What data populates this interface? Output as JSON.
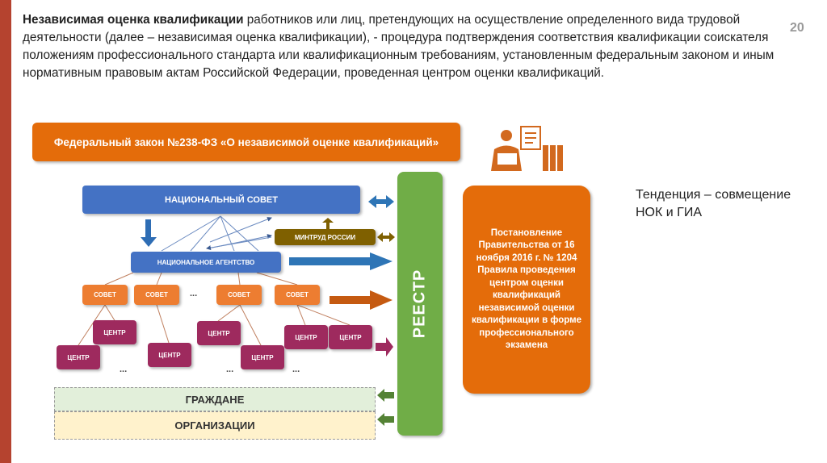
{
  "slide": {
    "page_number": "20",
    "intro_bold": "Независимая оценка квалификации",
    "intro_rest": " работников или лиц, претендующих на осуществление определенного вида трудовой деятельности (далее – независимая оценка квалификации), - процедура подтверждения соответствия квалификации соискателя положениям профессионального стандарта или квалификационным требованиям, установленным федеральным законом и иным нормативным правовым актам Российской Федерации, проведенная центром оценки квалификаций.",
    "trend": "Тенденция – совмещение НОК и ГИА"
  },
  "diagram": {
    "law": "Федеральный закон  №238-ФЗ «О независимой оценке квалификаций»",
    "national_council": "НАЦИОНАЛЬНЫЙ СОВЕТ",
    "mintrud": "МИНТРУД РОССИИ",
    "national_agency": "НАЦИОНАЛЬНОЕ АГЕНТСТВО",
    "councils": [
      "СОВЕТ",
      "СОВЕТ",
      "СОВЕТ",
      "СОВЕТ"
    ],
    "centers": [
      "ЦЕНТР",
      "ЦЕНТР",
      "ЦЕНТР",
      "ЦЕНТР",
      "ЦЕНТР",
      "ЦЕНТР",
      "ЦЕНТР"
    ],
    "ellipsis": "...",
    "citizens": "ГРАЖДАНЕ",
    "organizations": "ОРГАНИЗАЦИИ",
    "registry": "РЕЕСТР",
    "resolution": "Постановление Правительства  от 16 ноября 2016 г. № 1204 Правила проведения центром оценки квалификаций независимой оценки квалификации в форме профессионального экзамена"
  }
}
